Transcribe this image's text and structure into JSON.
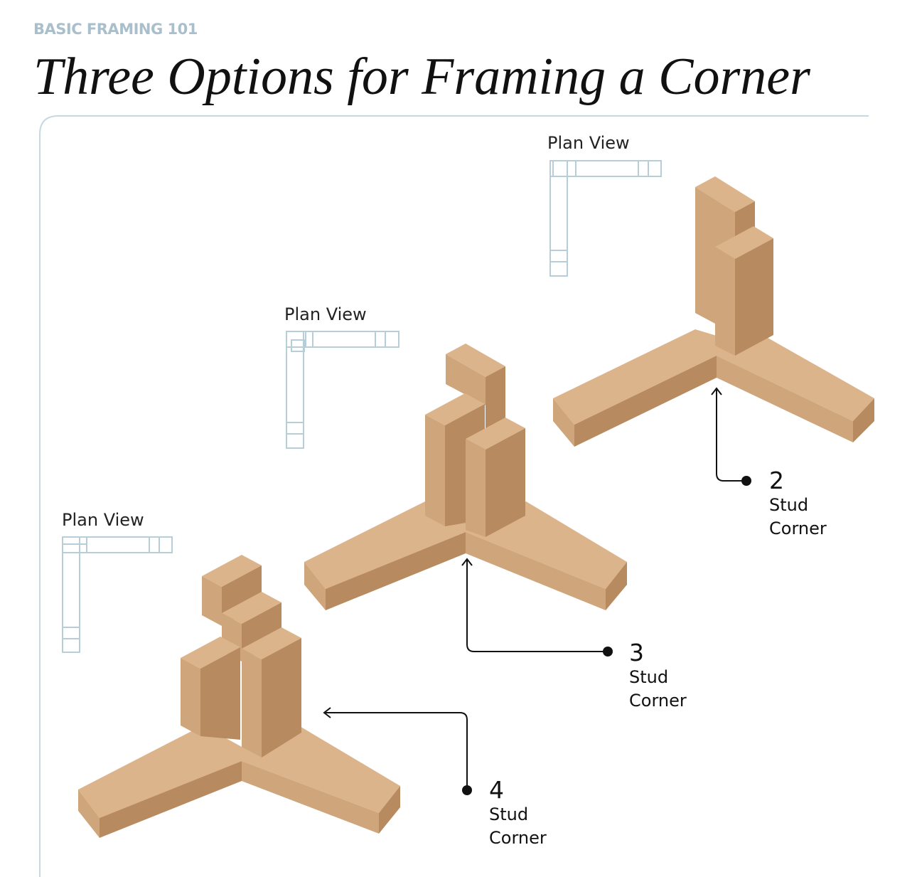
{
  "header": {
    "kicker": "BASIC FRAMING 101",
    "title": "Three Options for Framing a Corner"
  },
  "colors": {
    "wood_top": "#dcb48c",
    "wood_left": "#cfa57b",
    "wood_right": "#b88a5f",
    "plan_line": "#b7cdd8",
    "frame_line": "#c8d8e0",
    "pointer": "#111111"
  },
  "options": [
    {
      "plan_label": "Plan View",
      "stud_count": "2",
      "line1": "Stud",
      "line2": "Corner"
    },
    {
      "plan_label": "Plan View",
      "stud_count": "3",
      "line1": "Stud",
      "line2": "Corner"
    },
    {
      "plan_label": "Plan View",
      "stud_count": "4",
      "line1": "Stud",
      "line2": "Corner"
    }
  ]
}
